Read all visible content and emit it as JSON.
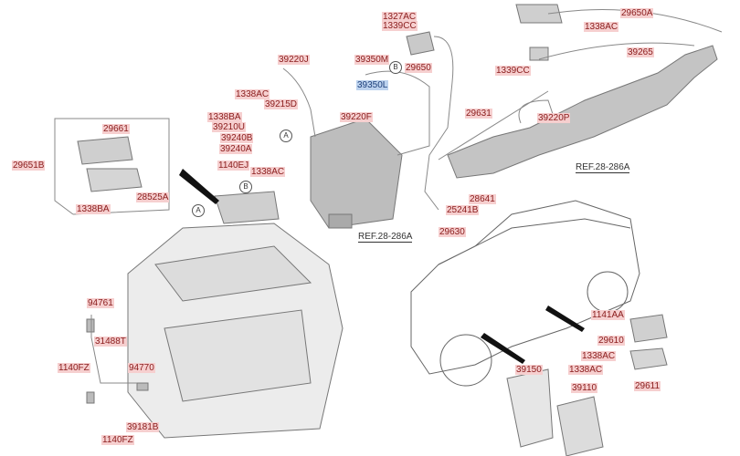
{
  "labels": {
    "l1327AC": "1327AC",
    "l1339CC_a": "1339CC",
    "l29650": "29650",
    "l39220J": "39220J",
    "l39350M": "39350M",
    "l39350L": "39350L",
    "l1338AC_a": "1338AC",
    "l39215D": "39215D",
    "l1338BA_a": "1338BA",
    "l39210U": "39210U",
    "l39240B": "39240B",
    "l39240A": "39240A",
    "l39220F": "39220F",
    "l1140EJ": "1140EJ",
    "l1338AC_b": "1338AC",
    "l29650A": "29650A",
    "l1338AC_c": "1338AC",
    "l39265": "39265",
    "l1339CC_b": "1339CC",
    "l29631": "29631",
    "l39220P": "39220P",
    "l28641": "28641",
    "l25241B": "25241B",
    "l29630": "29630",
    "l29661": "29661",
    "l29651B": "29651B",
    "l28525A": "28525A",
    "l1338BA_b": "1338BA",
    "l94761": "94761",
    "l31488T": "31488T",
    "l1140FZ_a": "1140FZ",
    "l94770": "94770",
    "l39181B": "39181B",
    "l1140FZ_b": "1140FZ",
    "l1141AA": "1141AA",
    "l29610": "29610",
    "l1338AC_d": "1338AC",
    "l39150": "39150",
    "l1338AC_e": "1338AC",
    "l39110": "39110",
    "l29611": "29611"
  },
  "refs": {
    "ref1": "REF.28-286A",
    "ref2": "REF.28-286A"
  },
  "markers": {
    "a": "A",
    "b": "B"
  },
  "colors": {
    "label_bg": "#f6cfcf",
    "label_text": "#8a1c1c",
    "highlight_bg": "#bcd2ee"
  }
}
